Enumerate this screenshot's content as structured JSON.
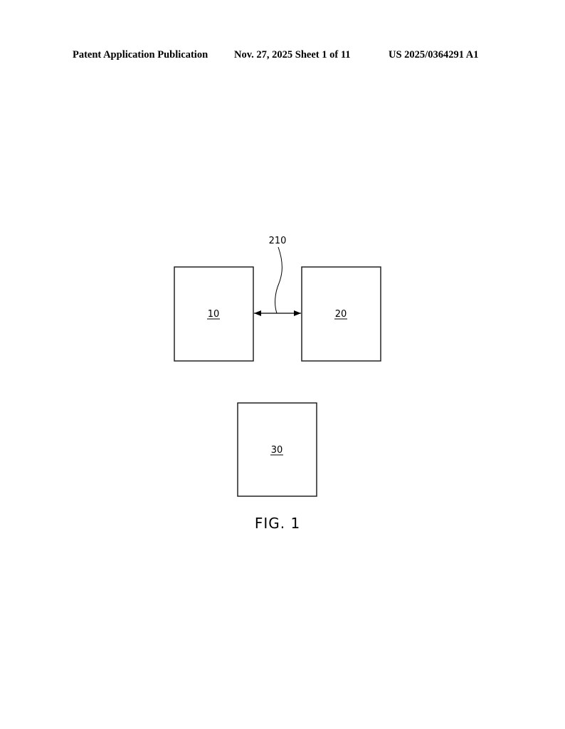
{
  "header": {
    "publication": "Patent Application Publication",
    "date_sheet": "Nov. 27, 2025  Sheet 1 of 11",
    "number": "US 2025/0364291 A1"
  },
  "figure": {
    "caption": "FIG. 1",
    "blocks": [
      {
        "id": "10",
        "label": "10"
      },
      {
        "id": "20",
        "label": "20"
      },
      {
        "id": "30",
        "label": "30"
      }
    ],
    "connector": {
      "label": "210",
      "from": "10",
      "to": "20",
      "bidirectional": true
    }
  }
}
